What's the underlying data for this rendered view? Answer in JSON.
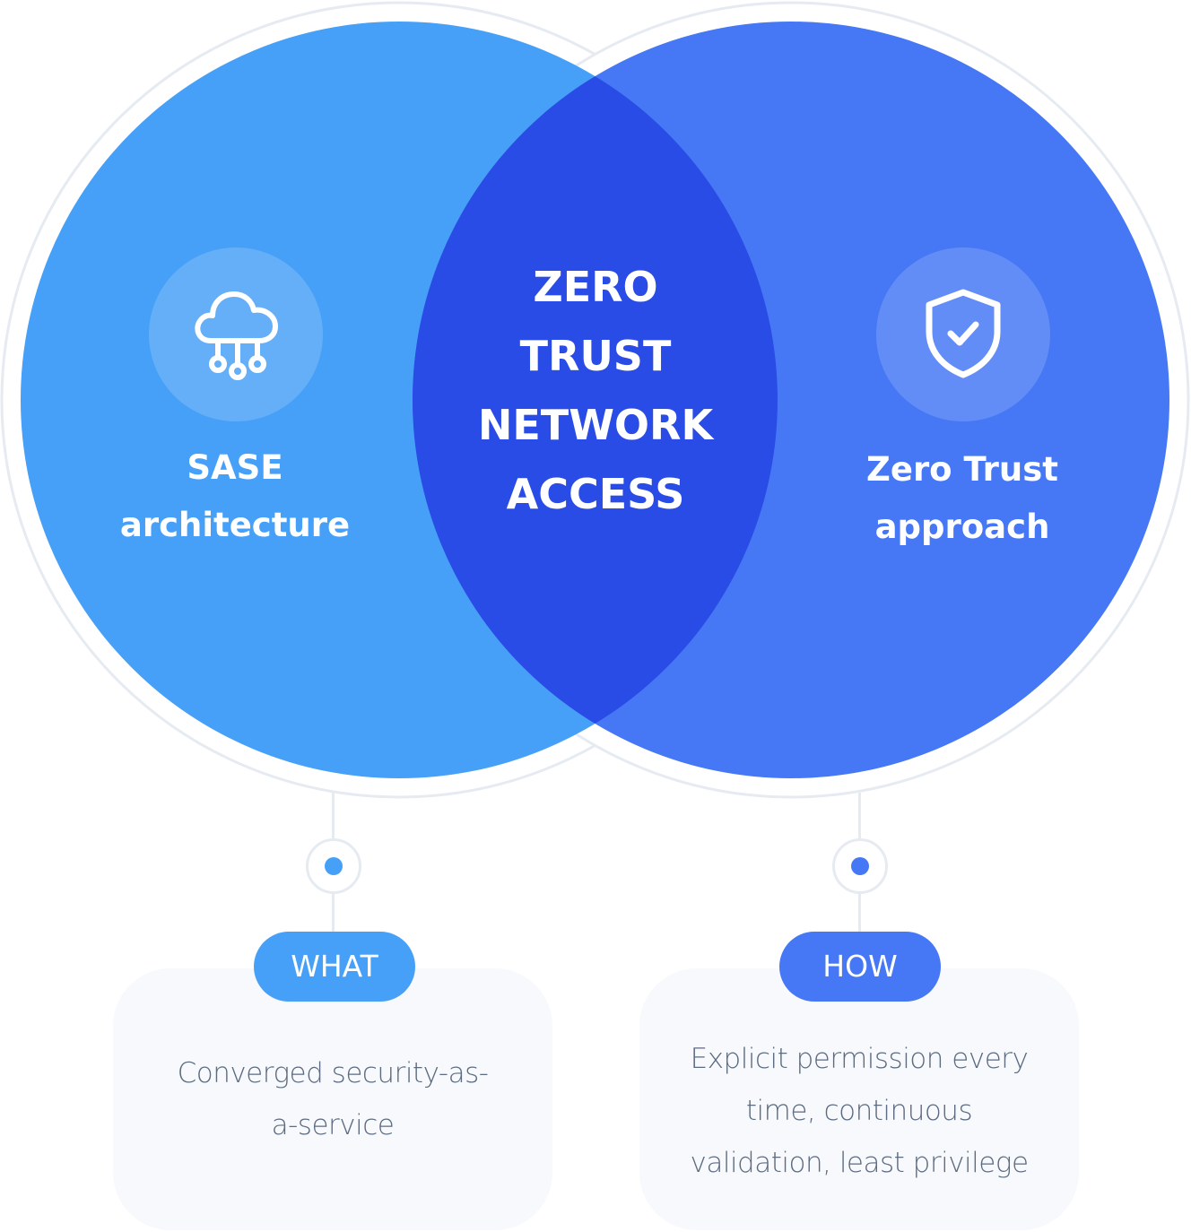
{
  "colors": {
    "left_circle": "#47a0f7",
    "right_circle": "#4678f5",
    "overlap": "#2a4ce6",
    "outline": "#e6ebf2",
    "card_bg": "#f7f9fc",
    "card_text": "#5c6b80",
    "what_pill": "#47a0f7",
    "how_pill": "#4678f5"
  },
  "left": {
    "icon": "cloud-network-icon",
    "label_line1": "SASE",
    "label_line2": "architecture"
  },
  "center": {
    "lines": [
      "ZERO",
      "TRUST",
      "NETWORK",
      "ACCESS"
    ]
  },
  "right": {
    "icon": "shield-check-icon",
    "label_line1": "Zero Trust",
    "label_line2": "approach"
  },
  "what": {
    "pill": "WHAT",
    "text": "Converged security-as-a-service"
  },
  "how": {
    "pill": "HOW",
    "text": "Explicit permission every time, continuous validation, least privilege"
  }
}
